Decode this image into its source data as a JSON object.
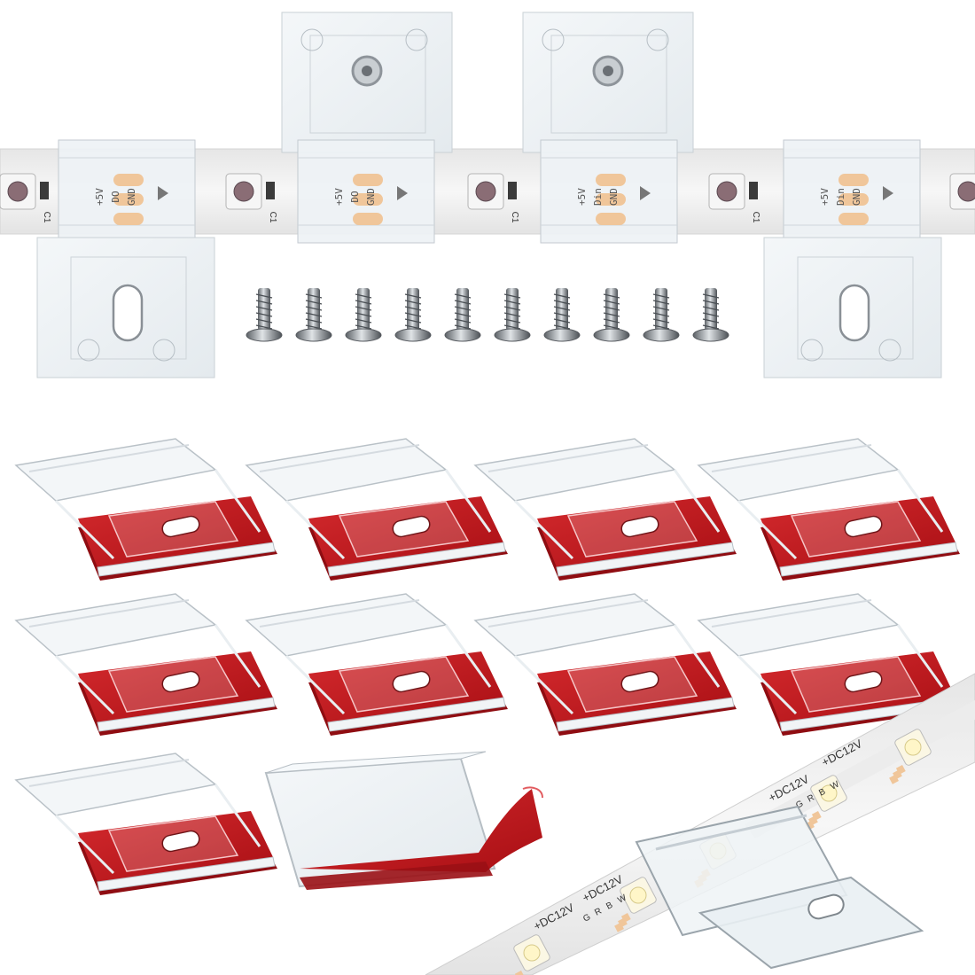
{
  "strip_top": {
    "pad_labels": [
      "+5V",
      "DO",
      "GND"
    ],
    "pad_labels_in": [
      "+5V",
      "Din",
      "GND"
    ],
    "cap_label": "C1"
  },
  "strip_bottom": {
    "voltage_label": "+DC12V",
    "channel_labels": [
      "G",
      "R",
      "B",
      "W"
    ]
  },
  "colors": {
    "adhesive_red": "#c2161c",
    "clip_clear": "#eef3f6",
    "strip_white": "#f2f2f2",
    "pad_copper": "#f0c69a",
    "screw_steel": "#8e949a"
  },
  "counts": {
    "screws": 10,
    "clips": 9
  }
}
